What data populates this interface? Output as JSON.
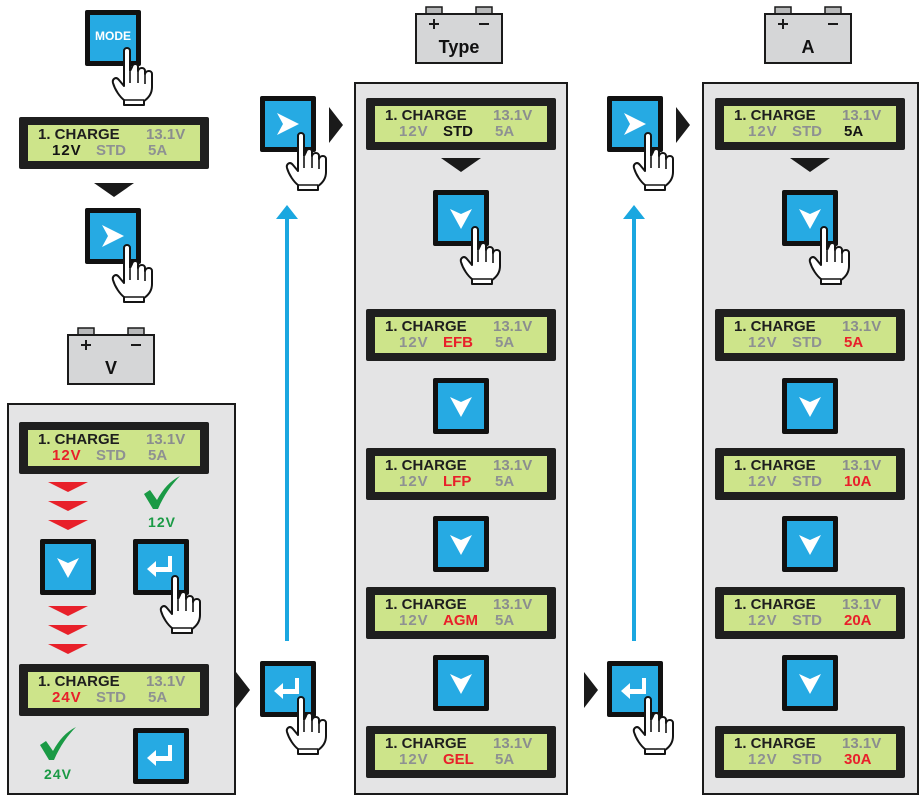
{
  "colors": {
    "lcd_bg": "#cde48a",
    "button_blue": "#26aae3",
    "flow_arrow": "#1aa7e0",
    "red_arrow": "#e8202a",
    "check_green": "#1a9a45",
    "panel_bg": "#e4e4e5"
  },
  "mode_button": {
    "label": "MODE",
    "icon": "mode-button"
  },
  "batteries": {
    "v": "V",
    "type": "Type",
    "a": "A"
  },
  "lcd": {
    "col1_top": {
      "mode": "1. CHARGE",
      "volt": "13.1V",
      "v": "12V",
      "t": "STD",
      "a": "5A"
    },
    "col1_12v": {
      "mode": "1. CHARGE",
      "volt": "13.1V",
      "v": "12V",
      "t": "STD",
      "a": "5A"
    },
    "col1_24v": {
      "mode": "1. CHARGE",
      "volt": "13.1V",
      "v": "24V",
      "t": "STD",
      "a": "5A"
    },
    "col2_std": {
      "mode": "1. CHARGE",
      "volt": "13.1V",
      "v": "12V",
      "t": "STD",
      "a": "5A"
    },
    "col2_efb": {
      "mode": "1. CHARGE",
      "volt": "13.1V",
      "v": "12V",
      "t": "EFB",
      "a": "5A"
    },
    "col2_lfp": {
      "mode": "1. CHARGE",
      "volt": "13.1V",
      "v": "12V",
      "t": "LFP",
      "a": "5A"
    },
    "col2_agm": {
      "mode": "1. CHARGE",
      "volt": "13.1V",
      "v": "12V",
      "t": "AGM",
      "a": "5A"
    },
    "col2_gel": {
      "mode": "1. CHARGE",
      "volt": "13.1V",
      "v": "12V",
      "t": "GEL",
      "a": "5A"
    },
    "col3_5a": {
      "mode": "1. CHARGE",
      "volt": "13.1V",
      "v": "12V",
      "t": "STD",
      "a": "5A"
    },
    "col3_5a_r": {
      "mode": "1. CHARGE",
      "volt": "13.1V",
      "v": "12V",
      "t": "STD",
      "a": "5A"
    },
    "col3_10a": {
      "mode": "1. CHARGE",
      "volt": "13.1V",
      "v": "12V",
      "t": "STD",
      "a": "10A"
    },
    "col3_20a": {
      "mode": "1. CHARGE",
      "volt": "13.1V",
      "v": "12V",
      "t": "STD",
      "a": "20A"
    },
    "col3_30a": {
      "mode": "1. CHARGE",
      "volt": "13.1V",
      "v": "12V",
      "t": "STD",
      "a": "30A"
    }
  },
  "checks": {
    "v12": "12V",
    "v24": "24V"
  },
  "icons": [
    "mode-button",
    "right-arrow-button",
    "down-arrow-button",
    "enter-button",
    "pointing-hand",
    "battery",
    "check-mark"
  ]
}
